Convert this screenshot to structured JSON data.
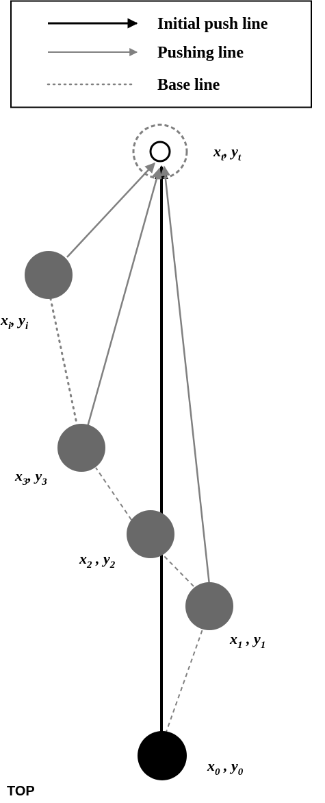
{
  "legend": {
    "initial_push": "Initial push line",
    "pushing": "Pushing  line",
    "base": "Base  line"
  },
  "labels": {
    "target": {
      "x": "x",
      "xsub": "t",
      "sep": ", ",
      "y": "y",
      "ysub": "t"
    },
    "point_i": {
      "x": "x",
      "xsub": "i",
      "sep": ", ",
      "y": "y",
      "ysub": "i"
    },
    "point_3": {
      "x": "x",
      "xsub": "3",
      "sep": ", ",
      "y": "y",
      "ysub": "3"
    },
    "point_2": {
      "x": "x",
      "xsub": "2",
      "sep": " , ",
      "y": "y",
      "ysub": "2"
    },
    "point_1": {
      "x": "x",
      "xsub": "1",
      "sep": " ,  ",
      "y": "y",
      "ysub": "1"
    },
    "point_0": {
      "x": "x",
      "xsub": "0",
      "sep": " , ",
      "y": "y",
      "ysub": "0"
    },
    "view": "TOP"
  },
  "colors": {
    "initial_push": "#000000",
    "pushing": "#808080",
    "base": "#808080",
    "node_fill": "#696969",
    "start_node": "#000000",
    "target_ring": "#808080"
  }
}
